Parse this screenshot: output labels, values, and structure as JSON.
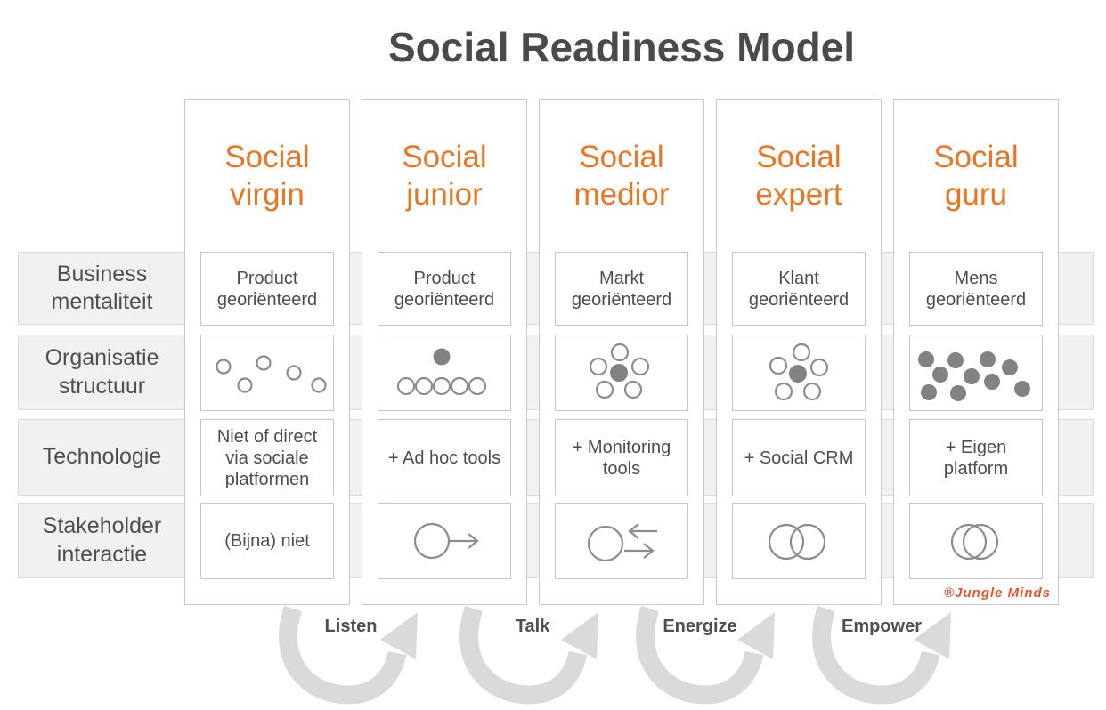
{
  "title": "Social Readiness Model",
  "rows": [
    {
      "label": "Business mentaliteit"
    },
    {
      "label": "Organisatie structuur"
    },
    {
      "label": "Technologie"
    },
    {
      "label": "Stakeholder interactie"
    }
  ],
  "columns": [
    {
      "title": "Social virgin",
      "business": "Product georiënteerd",
      "structure_icon": "scattered-individuals-dots",
      "technology": "Niet of direct via sociale platformen",
      "stakeholder": "(Bijna) niet"
    },
    {
      "title": "Social junior",
      "business": "Product georiënteerd",
      "structure_icon": "leader-above-row-dots",
      "technology": "+ Ad hoc tools",
      "stakeholder_icon": "circle-outbound-arrow"
    },
    {
      "title": "Social medior",
      "business": "Markt georiënteerd",
      "structure_icon": "hub-and-spoke-dots",
      "technology": "+ Monitoring tools",
      "stakeholder_icon": "circle-inbound-outbound-arrows"
    },
    {
      "title": "Social expert",
      "business": "Klant georiënteerd",
      "structure_icon": "hub-and-spoke-dots",
      "technology": "+ Social CRM",
      "stakeholder_icon": "overlapping-circles"
    },
    {
      "title": "Social guru",
      "business": "Mens georiënteerd",
      "structure_icon": "dense-network-dots",
      "technology": "+ Eigen platform",
      "stakeholder_icon": "merged-circles"
    }
  ],
  "transitions": [
    {
      "label": "Listen"
    },
    {
      "label": "Talk"
    },
    {
      "label": "Energize"
    },
    {
      "label": "Empower"
    }
  ],
  "brand": {
    "logo": "®Jungle Minds"
  },
  "colors": {
    "accent_orange": "#ED7420",
    "logo_orange": "#F0522A",
    "title_gray": "#4A4A4A",
    "band_gray": "#F1F1F1",
    "arrow_gray": "#DADADA",
    "dot_gray": "#828282",
    "outline_gray": "#8C8C8C"
  }
}
